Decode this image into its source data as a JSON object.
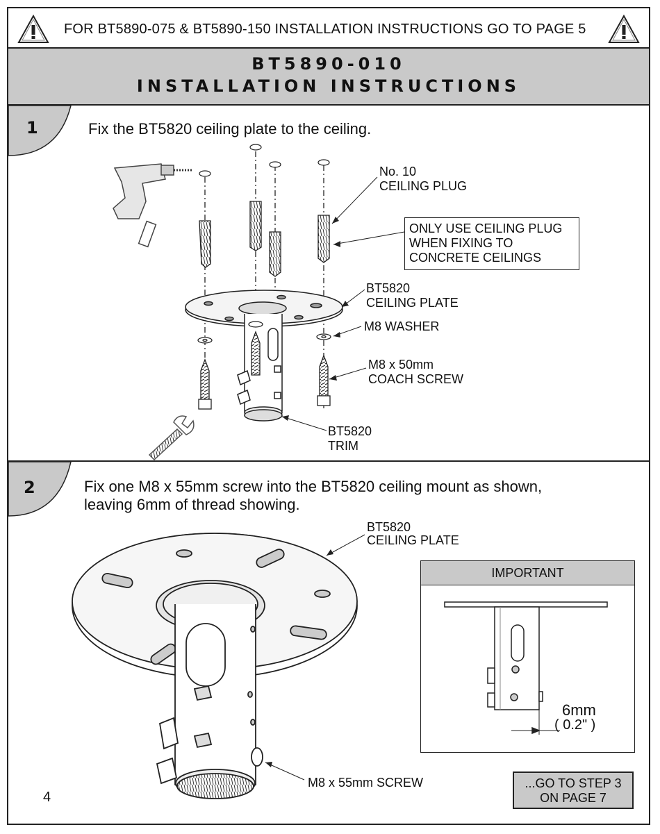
{
  "header": {
    "notice": "FOR BT5890-075 & BT5890-150 INSTALLATION INSTRUCTIONS GO TO PAGE 5",
    "warning_icon": "warning-triangle-icon"
  },
  "title": {
    "line1": "BT5890-010",
    "line2": "INSTALLATION INSTRUCTIONS"
  },
  "step1": {
    "number": "1",
    "text": "Fix the BT5820 ceiling plate to the ceiling.",
    "labels": {
      "plug_line1": "No. 10",
      "plug_line2": "CEILING PLUG",
      "note_line1": "ONLY USE CEILING PLUG",
      "note_line2": "WHEN FIXING TO",
      "note_line3": "CONCRETE CEILINGS",
      "plate_line1": "BT5820",
      "plate_line2": "CEILING PLATE",
      "washer": "M8 WASHER",
      "screw_line1": "M8 x 50mm",
      "screw_line2": "COACH SCREW",
      "trim_line1": "BT5820",
      "trim_line2": "TRIM"
    }
  },
  "step2": {
    "number": "2",
    "text_line1": "Fix one M8 x 55mm screw into the BT5820 ceiling mount as shown,",
    "text_line2": "leaving 6mm of thread showing.",
    "labels": {
      "plate_line1": "BT5820",
      "plate_line2": "CEILING PLATE",
      "screw": "M8 x 55mm SCREW"
    },
    "important": {
      "heading": "IMPORTANT",
      "dim_mm": "6mm",
      "dim_in": "( 0.2\" )"
    },
    "goto_line1": "...GO TO STEP 3",
    "goto_line2": "ON PAGE 7"
  },
  "page_number": "4"
}
